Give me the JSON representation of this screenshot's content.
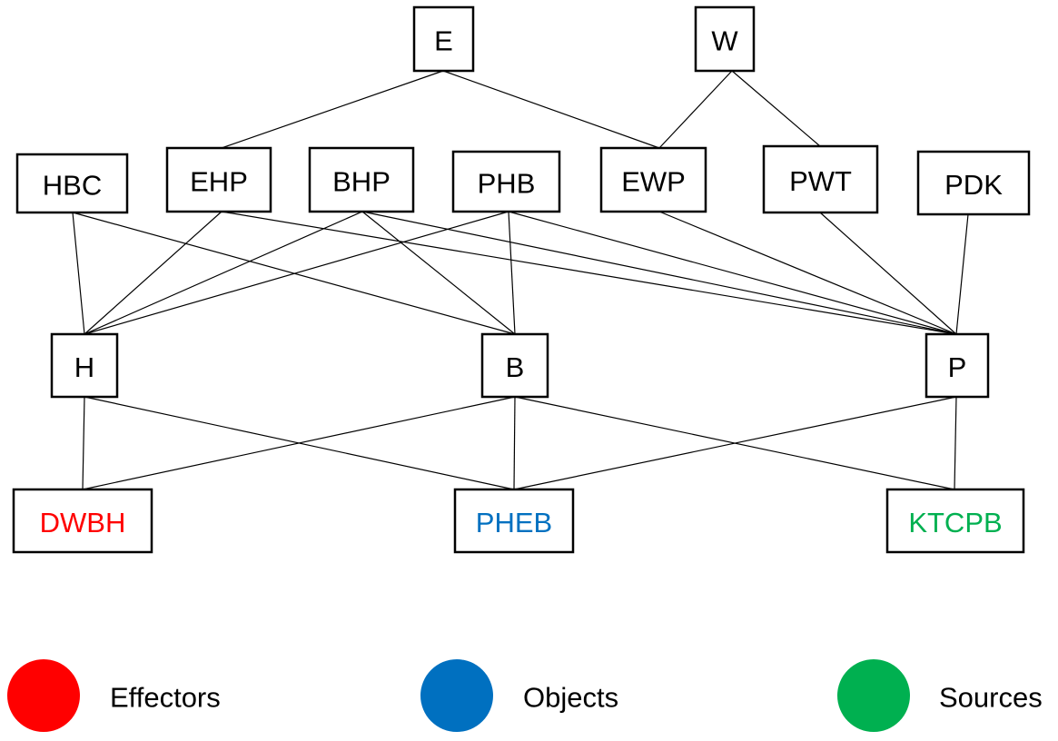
{
  "nodes": {
    "E": "E",
    "W": "W",
    "HBC": "HBC",
    "EHP": "EHP",
    "BHP": "BHP",
    "PHB": "PHB",
    "EWP": "EWP",
    "PWT": "PWT",
    "PDK": "PDK",
    "H": "H",
    "B": "B",
    "P": "P",
    "DWBH": "DWBH",
    "PHEB": "PHEB",
    "KTCPB": "KTCPB"
  },
  "edges": [
    [
      "E",
      "EHP"
    ],
    [
      "E",
      "EWP"
    ],
    [
      "W",
      "EWP"
    ],
    [
      "W",
      "PWT"
    ],
    [
      "HBC",
      "H"
    ],
    [
      "HBC",
      "B"
    ],
    [
      "EHP",
      "H"
    ],
    [
      "EHP",
      "P"
    ],
    [
      "BHP",
      "H"
    ],
    [
      "BHP",
      "B"
    ],
    [
      "BHP",
      "P"
    ],
    [
      "PHB",
      "H"
    ],
    [
      "PHB",
      "B"
    ],
    [
      "PHB",
      "P"
    ],
    [
      "EWP",
      "P"
    ],
    [
      "PWT",
      "P"
    ],
    [
      "PDK",
      "P"
    ],
    [
      "H",
      "DWBH"
    ],
    [
      "H",
      "PHEB"
    ],
    [
      "B",
      "DWBH"
    ],
    [
      "B",
      "PHEB"
    ],
    [
      "B",
      "KTCPB"
    ],
    [
      "P",
      "PHEB"
    ],
    [
      "P",
      "KTCPB"
    ]
  ],
  "categories": {
    "effectors": {
      "label": "Effectors",
      "color": "#ff0000",
      "member": "DWBH"
    },
    "objects": {
      "label": "Objects",
      "color": "#0070c0",
      "member": "PHEB"
    },
    "sources": {
      "label": "Sources",
      "color": "#00b050",
      "member": "KTCPB"
    }
  }
}
